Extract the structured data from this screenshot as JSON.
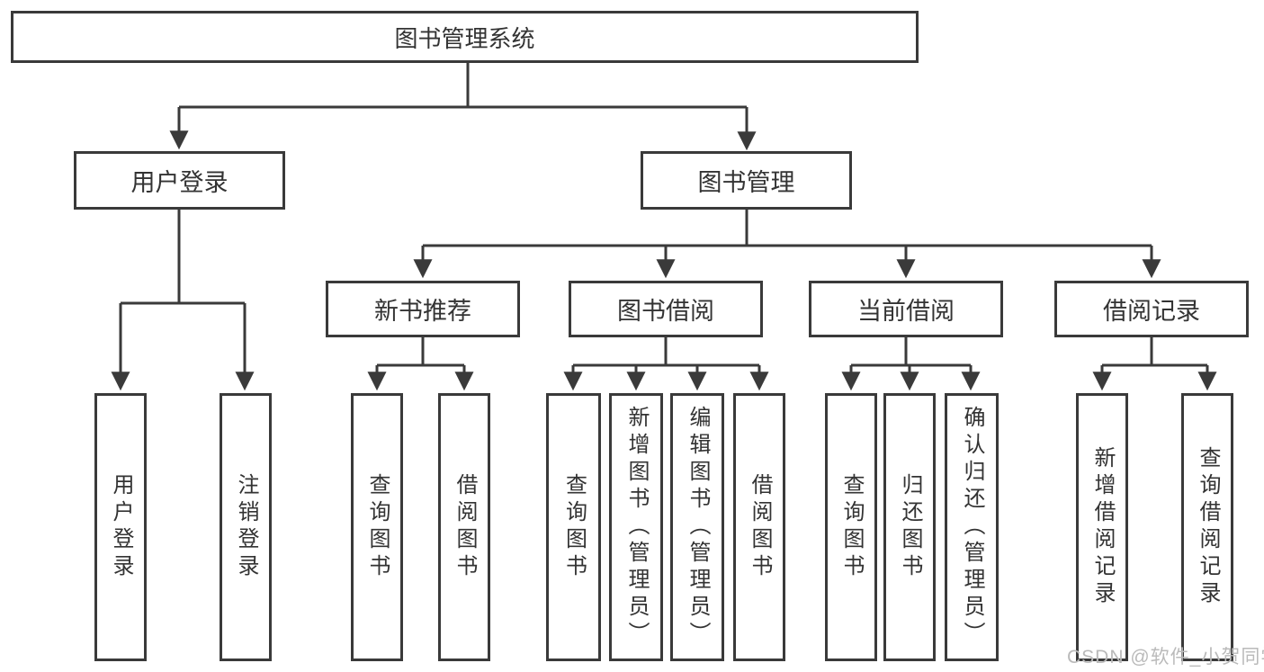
{
  "title": {
    "label": "图书管理系统"
  },
  "level2": [
    {
      "label": "用户登录"
    },
    {
      "label": "图书管理"
    }
  ],
  "level3": [
    {
      "label": "新书推荐"
    },
    {
      "label": "图书借阅"
    },
    {
      "label": "当前借阅"
    },
    {
      "label": "借阅记录"
    }
  ],
  "leaves": [
    {
      "label": "用户登录"
    },
    {
      "label": "注销登录"
    },
    {
      "label": "查询图书"
    },
    {
      "label": "借阅图书"
    },
    {
      "label": "查询图书"
    },
    {
      "label": "新增图书（管理员）"
    },
    {
      "label": "编辑图书（管理员）"
    },
    {
      "label": "借阅图书"
    },
    {
      "label": "查询图书"
    },
    {
      "label": "归还图书"
    },
    {
      "label": "确认归还（管理员）"
    },
    {
      "label": "新增借阅记录"
    },
    {
      "label": "查询借阅记录"
    }
  ],
  "watermark": {
    "text": "CSDN @软件_小贺同学"
  },
  "colors": {
    "line": "#3a3a3a",
    "text": "#333333",
    "watermark": "#bababa",
    "background": "#ffffff"
  }
}
